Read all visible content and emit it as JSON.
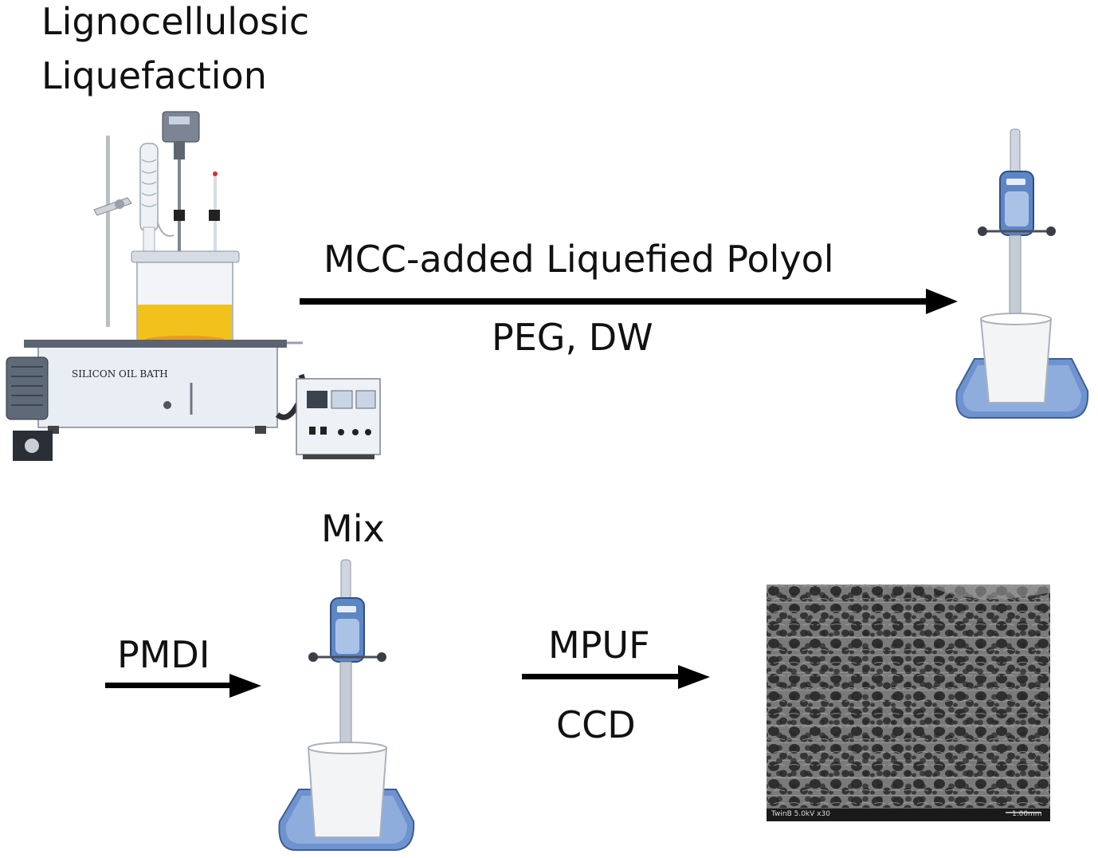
{
  "title": {
    "line1": "Lignocellulosic",
    "line2": "Liquefaction"
  },
  "apparatus": {
    "bath_label": "SILICON OIL BATH"
  },
  "step1": {
    "above_arrow": "MCC-added Liquefied Polyol",
    "below_arrow": "PEG, DW"
  },
  "step2": {
    "mixer_label": "Mix",
    "input_label": "PMDI"
  },
  "step3": {
    "above_arrow": "MPUF",
    "below_arrow": "CCD"
  },
  "sem": {
    "info_text": "TwinB 5.0kV x30",
    "scale_text": "1.00mm"
  },
  "colors": {
    "arrow": "#000000",
    "mixer_blue": "#5d86c4",
    "mixer_base": "#6e93cf",
    "oil_yellow": "#f2c21c",
    "bath_body": "#e9edf4",
    "sem_gray": "#6a6a6a"
  }
}
